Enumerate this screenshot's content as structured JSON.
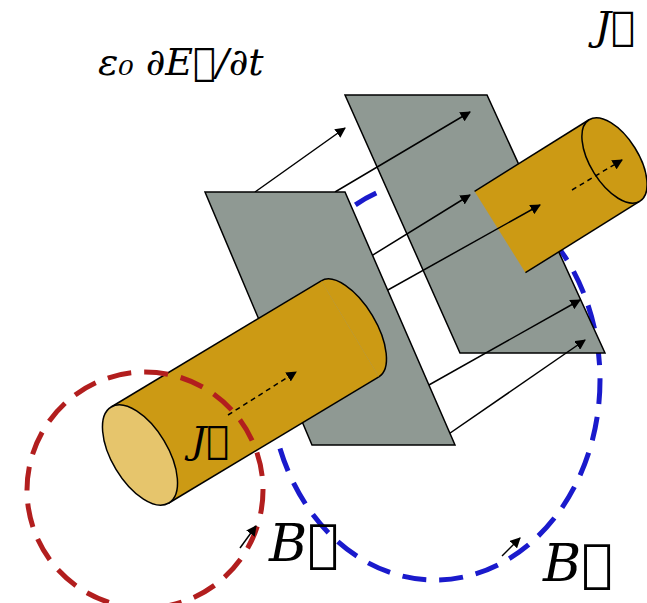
{
  "diagram": {
    "labels": [
      "ε₀ ∂E⃗/∂t",
      "J⃗",
      "J⃗",
      "B⃗",
      "B⃗"
    ]
  }
}
